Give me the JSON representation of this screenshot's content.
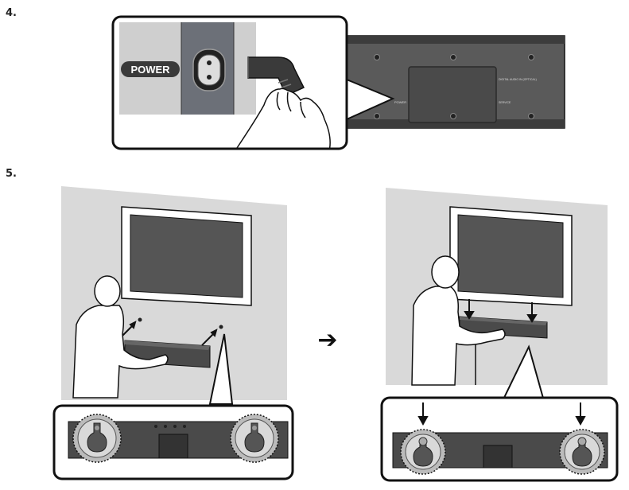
{
  "steps": [
    {
      "number": "4."
    },
    {
      "number": "5."
    }
  ],
  "step4": {
    "power_label": "POWER",
    "rear_labels": [
      "POWER",
      "DIGITAL AUDIO IN (OPTICAL)",
      "SERVICE"
    ]
  },
  "step5": {
    "arrow_glyph": "➔"
  },
  "colors": {
    "wall": "#d9d9d9",
    "tv_screen": "#555555",
    "soundbar": "#4a4a4a",
    "panel_dark": "#6c7078",
    "outline": "#111111"
  },
  "icons": [
    "power-socket-icon",
    "power-plug-icon",
    "hand-icon",
    "screw-icon",
    "bracket-keyhole-icon",
    "right-arrow-icon",
    "down-arrow-icon"
  ]
}
